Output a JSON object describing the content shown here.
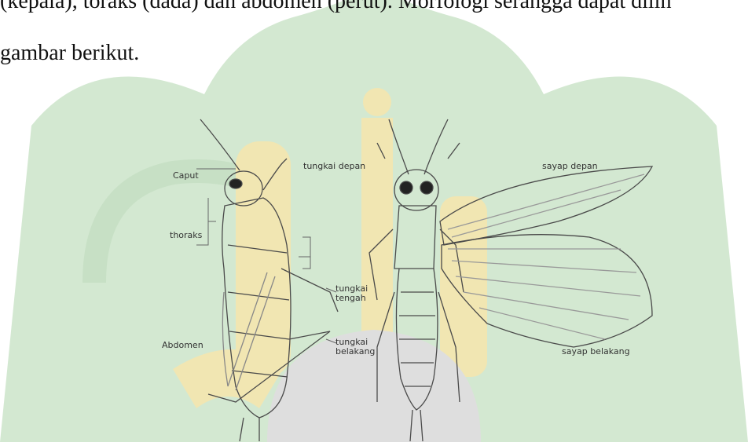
{
  "document": {
    "line1": "(kepala), toraks (dada) dan abdomen (perut). Morfologi serangga dapat dilih",
    "line2": "gambar berikut."
  },
  "figure": {
    "labels": {
      "caput": "Caput",
      "thoraks": "thoraks",
      "abdomen": "Abdomen",
      "tungkai_depan": "tungkai depan",
      "tungkai_tengah_1": "tungkai",
      "tungkai_tengah_2": "tengah",
      "tungkai_belakang_1": "tungkai",
      "tungkai_belakang_2": "belakang",
      "sayap_depan": "sayap depan",
      "sayap_belakang": "sayap belakang"
    }
  },
  "watermark": {
    "green": "#cfe6cf",
    "yellow": "#f3e7b3",
    "grey": "#d9d9d9"
  }
}
